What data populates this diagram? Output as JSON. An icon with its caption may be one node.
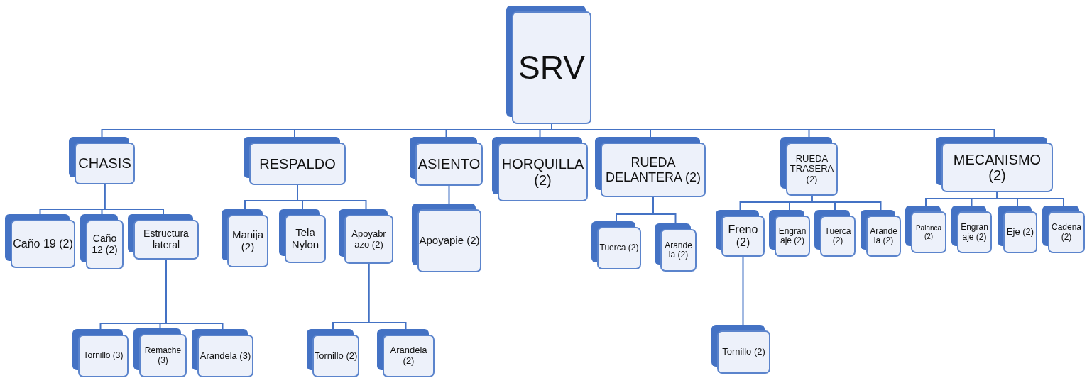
{
  "diagram": {
    "nodes": [
      {
        "text": [
          "SRV"
        ]
      },
      {
        "text": [
          "CHASIS"
        ]
      },
      {
        "text": [
          "RESPALDO"
        ]
      },
      {
        "text": [
          "ASIENTO"
        ]
      },
      {
        "text": [
          "HORQUILLA (2)"
        ]
      },
      {
        "text": [
          "RUEDA DELANTERA (2)"
        ]
      },
      {
        "text": [
          "RUEDA TRASERA (2)"
        ]
      },
      {
        "text": [
          "MECANISMO (2)"
        ]
      },
      {
        "text": [
          "Caño 19 (2)"
        ]
      },
      {
        "text": [
          "Caño 12 (2)"
        ]
      },
      {
        "text": [
          "Estructura lateral"
        ]
      },
      {
        "text": [
          "Manija (2)"
        ]
      },
      {
        "text": [
          "Tela Nylon"
        ]
      },
      {
        "text": [
          "Apoyabr azo (2)"
        ]
      },
      {
        "text": [
          "Apoyapie (2)"
        ]
      },
      {
        "text": [
          "Tuerca (2)"
        ]
      },
      {
        "text": [
          "Arande la (2)"
        ]
      },
      {
        "text": [
          "Freno (2)"
        ]
      },
      {
        "text": [
          "Engran aje (2)"
        ]
      },
      {
        "text": [
          "Tuerca (2)"
        ]
      },
      {
        "text": [
          "Arande la (2)"
        ]
      },
      {
        "text": [
          "Palanca (2)"
        ]
      },
      {
        "text": [
          "Engran aje (2)"
        ]
      },
      {
        "text": [
          "Eje (2)"
        ]
      },
      {
        "text": [
          "Cadena (2)"
        ]
      },
      {
        "text": [
          "Tornillo (3)"
        ]
      },
      {
        "text": [
          "Remache (3)"
        ]
      },
      {
        "text": [
          "Arandela (3)"
        ]
      },
      {
        "text": [
          "Tornillo (2)"
        ]
      },
      {
        "text": [
          "Arandela (2)"
        ]
      },
      {
        "text": [
          "Tornillo (2)"
        ]
      }
    ],
    "edges": [
      {
        "from": 0,
        "to": 1,
        "arrow": "none"
      },
      {
        "from": 0,
        "to": 2,
        "arrow": "none"
      },
      {
        "from": 0,
        "to": 3,
        "arrow": "none"
      },
      {
        "from": 0,
        "to": 4,
        "arrow": "none"
      },
      {
        "from": 0,
        "to": 5,
        "arrow": "none"
      },
      {
        "from": 0,
        "to": 6,
        "arrow": "none"
      },
      {
        "from": 0,
        "to": 7,
        "arrow": "none"
      },
      {
        "from": 1,
        "to": 8,
        "arrow": "none"
      },
      {
        "from": 1,
        "to": 9,
        "arrow": "none"
      },
      {
        "from": 1,
        "to": 10,
        "arrow": "none"
      },
      {
        "from": 2,
        "to": 11,
        "arrow": "none"
      },
      {
        "from": 2,
        "to": 12,
        "arrow": "none"
      },
      {
        "from": 2,
        "to": 13,
        "arrow": "none"
      },
      {
        "from": 3,
        "to": 14,
        "arrow": "none"
      },
      {
        "from": 5,
        "to": 15,
        "arrow": "none"
      },
      {
        "from": 5,
        "to": 16,
        "arrow": "none"
      },
      {
        "from": 6,
        "to": 17,
        "arrow": "none"
      },
      {
        "from": 6,
        "to": 18,
        "arrow": "none"
      },
      {
        "from": 6,
        "to": 19,
        "arrow": "none"
      },
      {
        "from": 6,
        "to": 20,
        "arrow": "none"
      },
      {
        "from": 7,
        "to": 21,
        "arrow": "none"
      },
      {
        "from": 7,
        "to": 22,
        "arrow": "none"
      },
      {
        "from": 7,
        "to": 23,
        "arrow": "none"
      },
      {
        "from": 7,
        "to": 24,
        "arrow": "none"
      },
      {
        "from": 10,
        "to": 25,
        "arrow": "none"
      },
      {
        "from": 10,
        "to": 26,
        "arrow": "none"
      },
      {
        "from": 10,
        "to": 27,
        "arrow": "none"
      },
      {
        "from": 13,
        "to": 28,
        "arrow": "none"
      },
      {
        "from": 13,
        "to": 29,
        "arrow": "none"
      },
      {
        "from": 17,
        "to": 30,
        "arrow": "none"
      }
    ]
  }
}
